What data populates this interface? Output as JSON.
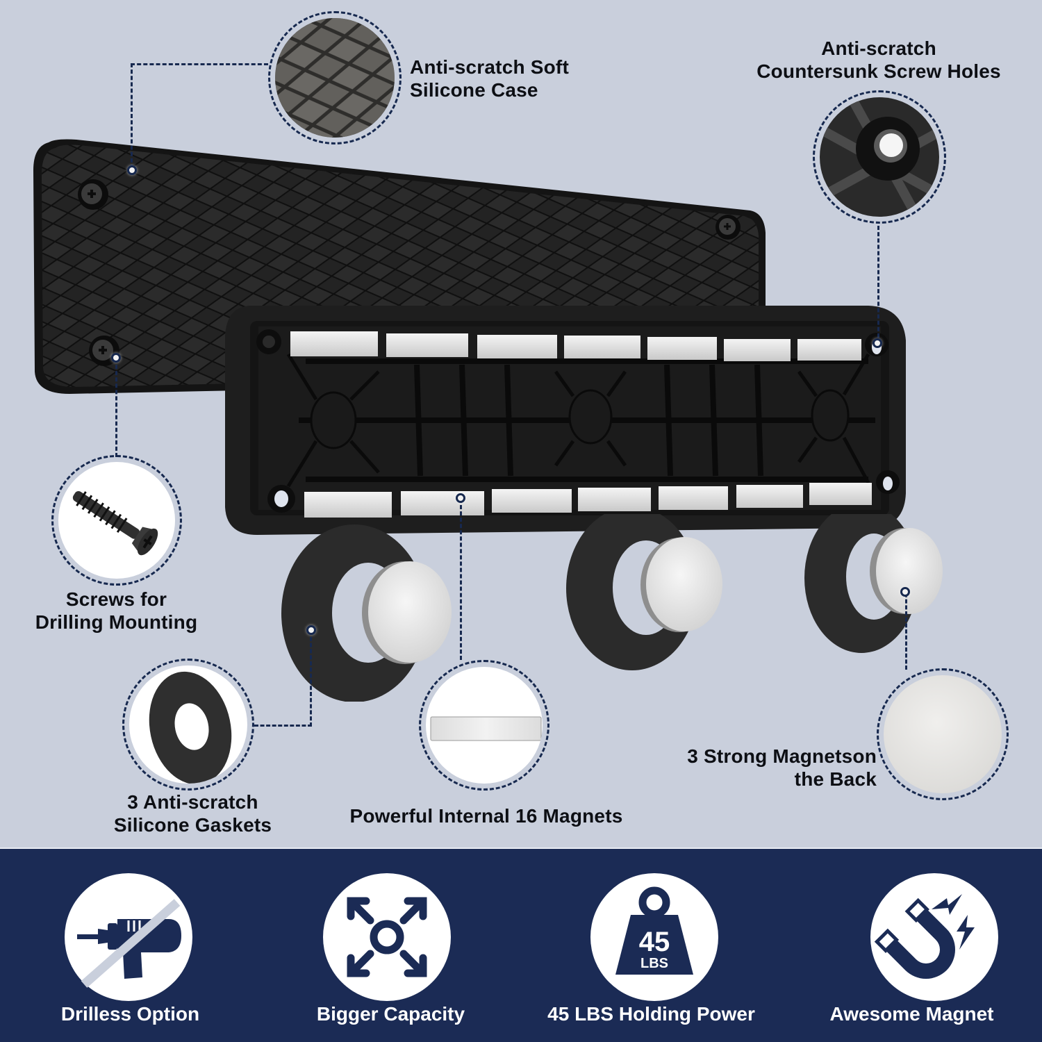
{
  "colors": {
    "background": "#c9cfdc",
    "banner": "#1b2b55",
    "callout_dash": "#17294f",
    "label_text": "#0d0f14",
    "banner_text": "#ffffff",
    "plate": "#1c1c1c",
    "magnet": "#e3e3e3"
  },
  "callouts": {
    "silicone_case": {
      "line1": "Anti-scratch Soft",
      "line2": "Silicone Case",
      "icon": "diamond-texture"
    },
    "screw_holes": {
      "line1": "Anti-scratch",
      "line2": "Countersunk Screw Holes",
      "icon": "countersunk-hole"
    },
    "screws": {
      "line1": "Screws for",
      "line2": "Drilling Mounting",
      "icon": "screw"
    },
    "gaskets": {
      "line1": "3 Anti-scratch",
      "line2": "Silicone Gaskets",
      "icon": "gasket-ring"
    },
    "internal_magnets": {
      "line1": "Powerful Internal 16 Magnets",
      "icon": "bar-magnet"
    },
    "back_magnets": {
      "line1": "3 Strong Magnetson",
      "line2": "the Back",
      "icon": "disc-magnet"
    }
  },
  "features": [
    {
      "label": "Drilless Option",
      "icon": "no-drill-icon"
    },
    {
      "label": "Bigger Capacity",
      "icon": "expand-arrows-icon"
    },
    {
      "label": "45 LBS Holding Power",
      "icon": "weight-icon",
      "weight_value": "45",
      "weight_unit": "LBS"
    },
    {
      "label": "Awesome Magnet",
      "icon": "horseshoe-magnet-icon"
    }
  ]
}
